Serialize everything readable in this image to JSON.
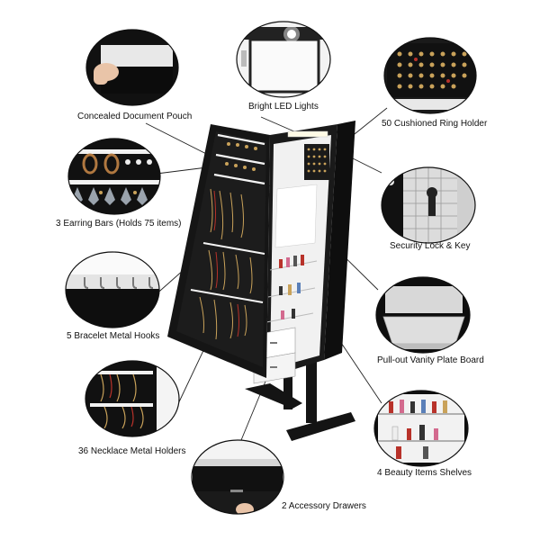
{
  "features": [
    {
      "id": "concealed-document-pouch",
      "label": "Concealed Document Pouch"
    },
    {
      "id": "bright-led-lights",
      "label": "Bright LED Lights"
    },
    {
      "id": "cushioned-ring-holder",
      "label": "50 Cushioned Ring Holder"
    },
    {
      "id": "earring-bars",
      "label": "3 Earring Bars (Holds 75 items)"
    },
    {
      "id": "security-lock-key",
      "label": "Security Lock & Key"
    },
    {
      "id": "bracelet-metal-hooks",
      "label": "5 Bracelet Metal Hooks"
    },
    {
      "id": "vanity-plate-board",
      "label": "Pull-out Vanity Plate Board"
    },
    {
      "id": "necklace-metal-holders",
      "label": "36 Necklace Metal Holders"
    },
    {
      "id": "beauty-items-shelves",
      "label": "4 Beauty Items Shelves"
    },
    {
      "id": "accessory-drawers",
      "label": "2 Accessory Drawers"
    }
  ],
  "colors": {
    "cabinet": "#141414",
    "panel_interior": "#f3f3f3",
    "mirror": "#e9ecef",
    "line": "#222222",
    "accent_gold": "#c9a25a",
    "accent_red": "#b8322a"
  }
}
